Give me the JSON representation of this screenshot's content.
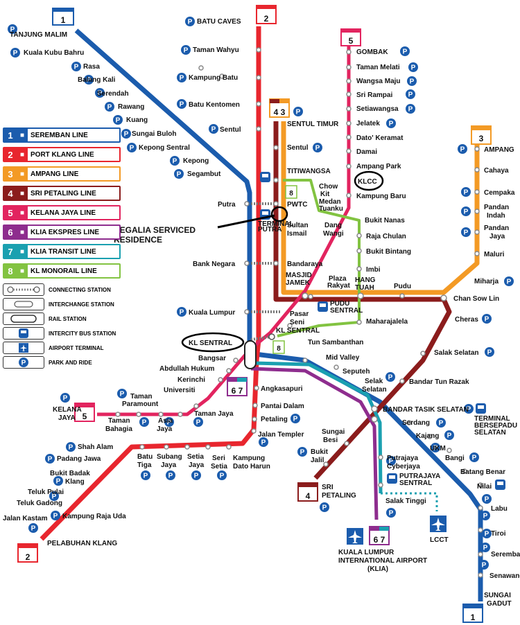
{
  "line_numbers": {
    "l1": "1",
    "l2": "2",
    "l5": "5",
    "l3": "3",
    "l4": "4",
    "l4_3": "4 3",
    "l6_7": "6 7",
    "l8": "8"
  },
  "lines": {
    "seremban": {
      "color": "#1b5cad"
    },
    "port_klang": {
      "color": "#e8262e"
    },
    "ampang": {
      "color": "#f39a25"
    },
    "sri_petaling": {
      "color": "#8b1c1c"
    },
    "kelana_jaya": {
      "color": "#e2245f"
    },
    "klia_ekspres": {
      "color": "#8e2d8e"
    },
    "klia_transit": {
      "color": "#1aa0b0"
    },
    "kl_monorail": {
      "color": "#82c341"
    }
  },
  "legend": {
    "lines": [
      {
        "num": "1",
        "label": "SEREMBAN LINE",
        "color": "#1b5cad"
      },
      {
        "num": "2",
        "label": "PORT KLANG LINE",
        "color": "#e8262e"
      },
      {
        "num": "3",
        "label": "AMPANG LINE",
        "color": "#f39a25"
      },
      {
        "num": "4",
        "label": "SRI PETALING LINE",
        "color": "#8b1c1c"
      },
      {
        "num": "5",
        "label": "KELANA JAYA LINE",
        "color": "#e2245f"
      },
      {
        "num": "6",
        "label": "KLIA EKSPRES LINE",
        "color": "#8e2d8e"
      },
      {
        "num": "7",
        "label": "KLIA TRANSIT LINE",
        "color": "#1aa0b0"
      },
      {
        "num": "8",
        "label": "KL MONORAIL LINE",
        "color": "#82c341"
      }
    ],
    "symbols": [
      "CONNECTING STATION",
      "INTERCHANGE STATION",
      "RAIL STATION",
      "INTERCITY BUS STATION",
      "AIRPORT TERMINAL",
      "PARK AND RIDE"
    ]
  },
  "icons": {
    "park": "P",
    "bus": "bus-icon",
    "plane": "airplane-icon"
  },
  "stations": {
    "tanjung_malim": "TANJUNG MALIM",
    "kuala_kubu_bahru": "Kuala Kubu Bahru",
    "rasa": "Rasa",
    "balang_kali": "Balang Kali",
    "serendah": "Serendah",
    "rawang": "Rawang",
    "kuang": "Kuang",
    "sungai_buloh": "Sungai Buloh",
    "kepong_sentral": "Kepong Sentral",
    "kepong": "Kepong",
    "segambut": "Segambut",
    "putra": "Putra",
    "bank_negara": "Bank Negara",
    "kuala_lumpur": "Kuala Lumpur",
    "batu_caves": "BATU CAVES",
    "taman_wahyu": "Taman Wahyu",
    "kampung_batu": "Kampung Batu",
    "batu_kentomen": "Batu Kentomen",
    "sentul": "Sentul",
    "sentul_timur": "SENTUL TIMUR",
    "sentul2": "Sentul",
    "titiwangsa": "TITIWANGSA",
    "pwtc": "PWTC",
    "sultan": "Sultan",
    "ismail": "Ismail",
    "bandaraya": "Bandaraya",
    "masjid": "MASJID",
    "jamek": "JAMEK",
    "chow": "Chow",
    "kit": "Kit",
    "medan": "Medan",
    "tuanku": "Tuanku",
    "dang": "Dang",
    "wangi": "Wangi",
    "plaza": "Plaza",
    "rakyat": "Rakyat",
    "hang": "HANG",
    "tuah": "TUAH",
    "pudu": "Pudu",
    "pasar": "Pasar",
    "seni": "Seni",
    "kl_sentral_small": "KL SENTRAL",
    "pudu_sentral_1": "PUDU",
    "pudu_sentral_2": "SENTRAL",
    "gombak": "GOMBAK",
    "taman_melati": "Taman Melati",
    "wangsa_maju": "Wangsa Maju",
    "sri_rampai": "Sri Rampai",
    "setiawangsa": "Setiawangsa",
    "jelatek": "Jelatek",
    "dato_keramat": "Dato' Keramat",
    "damai": "Damai",
    "ampang_park": "Ampang Park",
    "klcc": "KLCC",
    "kampung_baru": "Kampung Baru",
    "bukit_nanas": "Bukit Nanas",
    "raja_chulan": "Raja Chulan",
    "bukit_bintang": "Bukit Bintang",
    "imbi": "Imbi",
    "maharajalela": "Maharajalela",
    "tun_sambanthan": "Tun Sambanthan",
    "ampang": "AMPANG",
    "cahaya": "Cahaya",
    "cempaka": "Cempaka",
    "pandan_indah_1": "Pandan",
    "pandan_indah_2": "Indah",
    "pandan_jaya_1": "Pandan",
    "pandan_jaya_2": "Jaya",
    "maluri": "Maluri",
    "miharja": "Miharja",
    "chan_sow_lin": "Chan Sow Lin",
    "cheras": "Cheras",
    "salak_selatan": "Salak Selatan",
    "bandar_tun_razak": "Bandar Tun Razak",
    "bandar_tasik_selatan": "BANDAR TASIK SELATAN",
    "terminal_bersepadu_1": "TERMINAL",
    "terminal_bersepadu_2": "BERSEPADU",
    "terminal_bersepadu_3": "SELATAN",
    "terminal_putra_1": "TERMINAL",
    "terminal_putra_2": "PUTRA",
    "mid_valley": "Mid Valley",
    "seputeh": "Seputeh",
    "selak_1": "Selak",
    "selak_2": "Selatan",
    "serdang": "Serdang",
    "kajang": "Kajang",
    "ukm": "UKM",
    "bangi": "Bangi",
    "batang_benar": "Batang Benar",
    "nilai": "Nilai",
    "labu": "Labu",
    "tiroi": "Tiroi",
    "seremban": "Seremban",
    "senawang": "Senawang",
    "sungai_gadut_1": "SUNGAI",
    "sungai_gadut_2": "GADUT",
    "kl_sentral": "KL SENTRAL",
    "bangsar": "Bangsar",
    "abdullah_hukum": "Abdullah Hukum",
    "kerinchi": "Kerinchi",
    "universiti": "Universiti",
    "taman_paramount_1": "Taman",
    "taman_paramount_2": "Paramount",
    "kelana_jaya_1": "KELANA",
    "kelana_jaya_2": "JAYA",
    "taman_bahagia_1": "Taman",
    "taman_bahagia_2": "Bahagia",
    "asia_jaya_1": "Asia",
    "asia_jaya_2": "Jaya",
    "taman_jaya": "Taman Jaya",
    "angkasapuri": "Angkasapuri",
    "pantai_dalam": "Pantai Dalam",
    "petaling": "Petaling",
    "jalan_templer": "Jalan Templer",
    "kampung_dato_harun_1": "Kampung",
    "kampung_dato_harun_2": "Dato Harun",
    "seri_setia_1": "Seri",
    "seri_setia_2": "Setia",
    "setia_jaya_1": "Setia",
    "setia_jaya_2": "Jaya",
    "subang_jaya_1": "Subang",
    "subang_jaya_2": "Jaya",
    "batu_tiga_1": "Batu",
    "batu_tiga_2": "Tiga",
    "shah_alam": "Shah Alam",
    "padang_jawa": "Padang Jawa",
    "bukit_badak": "Bukit Badak",
    "klang": "Klang",
    "teluk_pulai": "Teluk Pulai",
    "teluk_gadong": "Teluk Gadong",
    "jalan_kastam": "Jalan Kastam",
    "kampung_raja_uda": "Kampung Raja Uda",
    "pelabuhan_klang": "PELABUHAN KLANG",
    "sungai_besi_1": "Sungai",
    "sungai_besi_2": "Besi",
    "bukit_jalil_1": "Bukit",
    "bukit_jalil_2": "Jalil",
    "sri_petaling_1": "SRI",
    "sri_petaling_2": "PETALING",
    "putrajaya_1": "Putrajaya",
    "putrajaya_2": "Cyberjaya",
    "putrajaya_sentral_1": "PUTRAJAYA",
    "putrajaya_sentral_2": "SENTRAL",
    "salak_tinggi": "Salak Tinggi",
    "lcct": "LCCT",
    "klia_1": "KUALA LUMPUR",
    "klia_2": "INTERNATIONAL AIRPORT",
    "klia_3": "(KLIA)"
  },
  "annotation": {
    "line1": "REGALIA SERVICED",
    "line2": "RESIDENCE"
  }
}
